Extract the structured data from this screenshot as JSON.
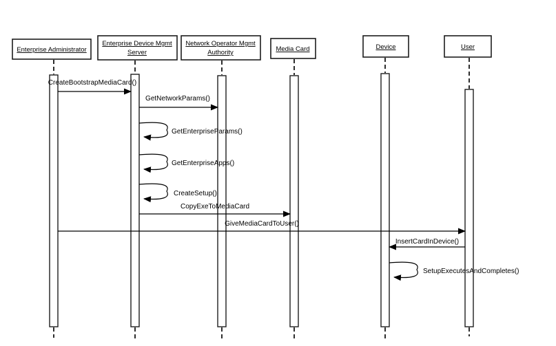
{
  "diagram": {
    "type": "uml-sequence-diagram",
    "background_color": "#ffffff",
    "line_color": "#000000",
    "participants": [
      {
        "name": "Enterprise Administrator",
        "lines": [
          "Enterprise Administrator"
        ]
      },
      {
        "name": "Enterprise Device Mgmt Server",
        "lines": [
          "Enterprise Device Mgmt",
          "Server"
        ]
      },
      {
        "name": "Network Operator Mgmt Authority",
        "lines": [
          "Network Operator Mgmt",
          "Authority"
        ]
      },
      {
        "name": "Media Card",
        "lines": [
          "Media Card"
        ]
      },
      {
        "name": "Device",
        "lines": [
          "Device"
        ]
      },
      {
        "name": "User",
        "lines": [
          "User"
        ]
      }
    ],
    "messages": [
      {
        "label": "CreateBootstrapMediaCard()",
        "from": "Enterprise Administrator",
        "to": "Enterprise Device Mgmt Server",
        "kind": "call"
      },
      {
        "label": "GetNetworkParams()",
        "from": "Enterprise Device Mgmt Server",
        "to": "Network Operator Mgmt Authority",
        "kind": "call"
      },
      {
        "label": "GetEnterpriseParams()",
        "from": "Enterprise Device Mgmt Server",
        "to": "Enterprise Device Mgmt Server",
        "kind": "self"
      },
      {
        "label": "GetEnterpriseApps()",
        "from": "Enterprise Device Mgmt Server",
        "to": "Enterprise Device Mgmt Server",
        "kind": "self"
      },
      {
        "label": "CreateSetup()",
        "from": "Enterprise Device Mgmt Server",
        "to": "Enterprise Device Mgmt Server",
        "kind": "self"
      },
      {
        "label": "CopyExeToMediaCard",
        "from": "Enterprise Device Mgmt Server",
        "to": "Media Card",
        "kind": "call"
      },
      {
        "label": "GiveMediaCardToUser()",
        "from": "Enterprise Administrator",
        "to": "User",
        "kind": "call"
      },
      {
        "label": "InsertCardInDevice()",
        "from": "User",
        "to": "Device",
        "kind": "call"
      },
      {
        "label": "SetupExecutesAndCompletes()",
        "from": "Device",
        "to": "Device",
        "kind": "self"
      }
    ]
  }
}
